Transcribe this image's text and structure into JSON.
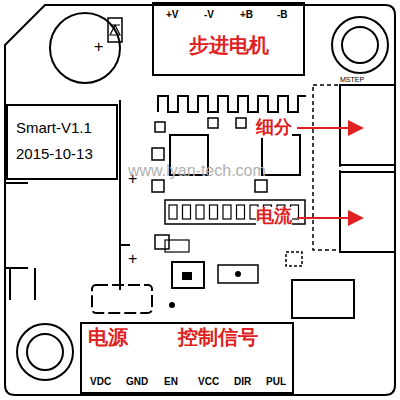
{
  "diagram": {
    "nodes": [
      {
        "text": [
          "+V",
          "-V",
          "+B",
          "-B",
          "步进电机"
        ]
      },
      {
        "text": [
          "Smart-V1.1",
          "2015-10-13"
        ]
      },
      {
        "text": [
          "电源",
          "控制信号",
          "VDC",
          "GND",
          "EN",
          "VCC",
          "DIR",
          "PUL"
        ]
      }
    ],
    "labels": [
      "+",
      "+",
      "+",
      "MSTEP",
      "细分",
      "电流",
      "www.lyan-tech.com"
    ]
  }
}
